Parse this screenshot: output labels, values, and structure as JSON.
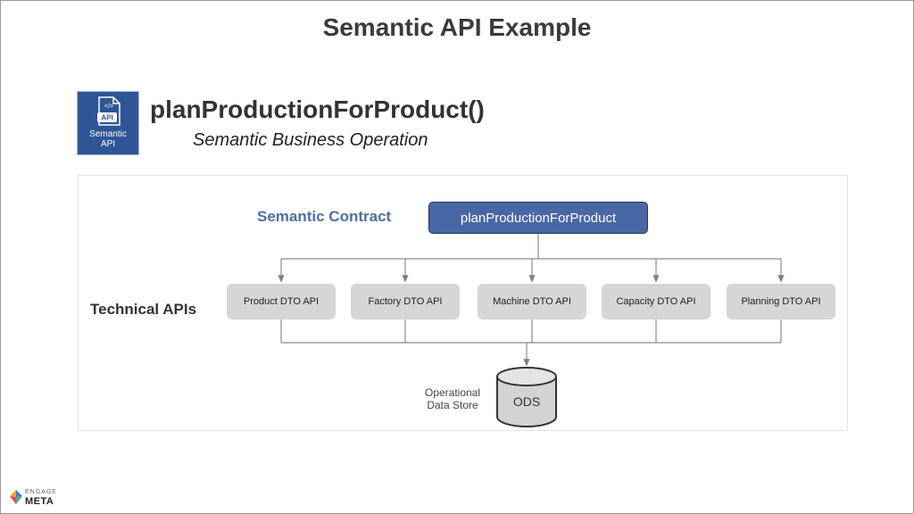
{
  "title": "Semantic API Example",
  "badge": {
    "label": "Semantic\nAPI",
    "icon_text": "API",
    "icon": "api-document-icon"
  },
  "operation": {
    "name": "planProductionForProduct()",
    "subtitle": "Semantic Business Operation"
  },
  "diagram": {
    "semantic_label": "Semantic Contract",
    "contract": "planProductionForProduct",
    "technical_label": "Technical APIs",
    "apis": [
      "Product DTO API",
      "Factory DTO API",
      "Machine DTO API",
      "Capacity DTO API",
      "Planning DTO API"
    ],
    "store": {
      "name": "ODS",
      "label": "Operational\nData Store",
      "icon": "database-cylinder-icon"
    }
  },
  "logo": {
    "top": "ENGAGE",
    "bottom": "META",
    "icon": "engage-meta-logo-icon"
  },
  "colors": {
    "badge": "#2f5597",
    "contract_fill": "#4a67a5",
    "semantic_label": "#4f6ea5",
    "api_fill": "#d6d6d6",
    "ods_fill": "#d3d3d3"
  }
}
